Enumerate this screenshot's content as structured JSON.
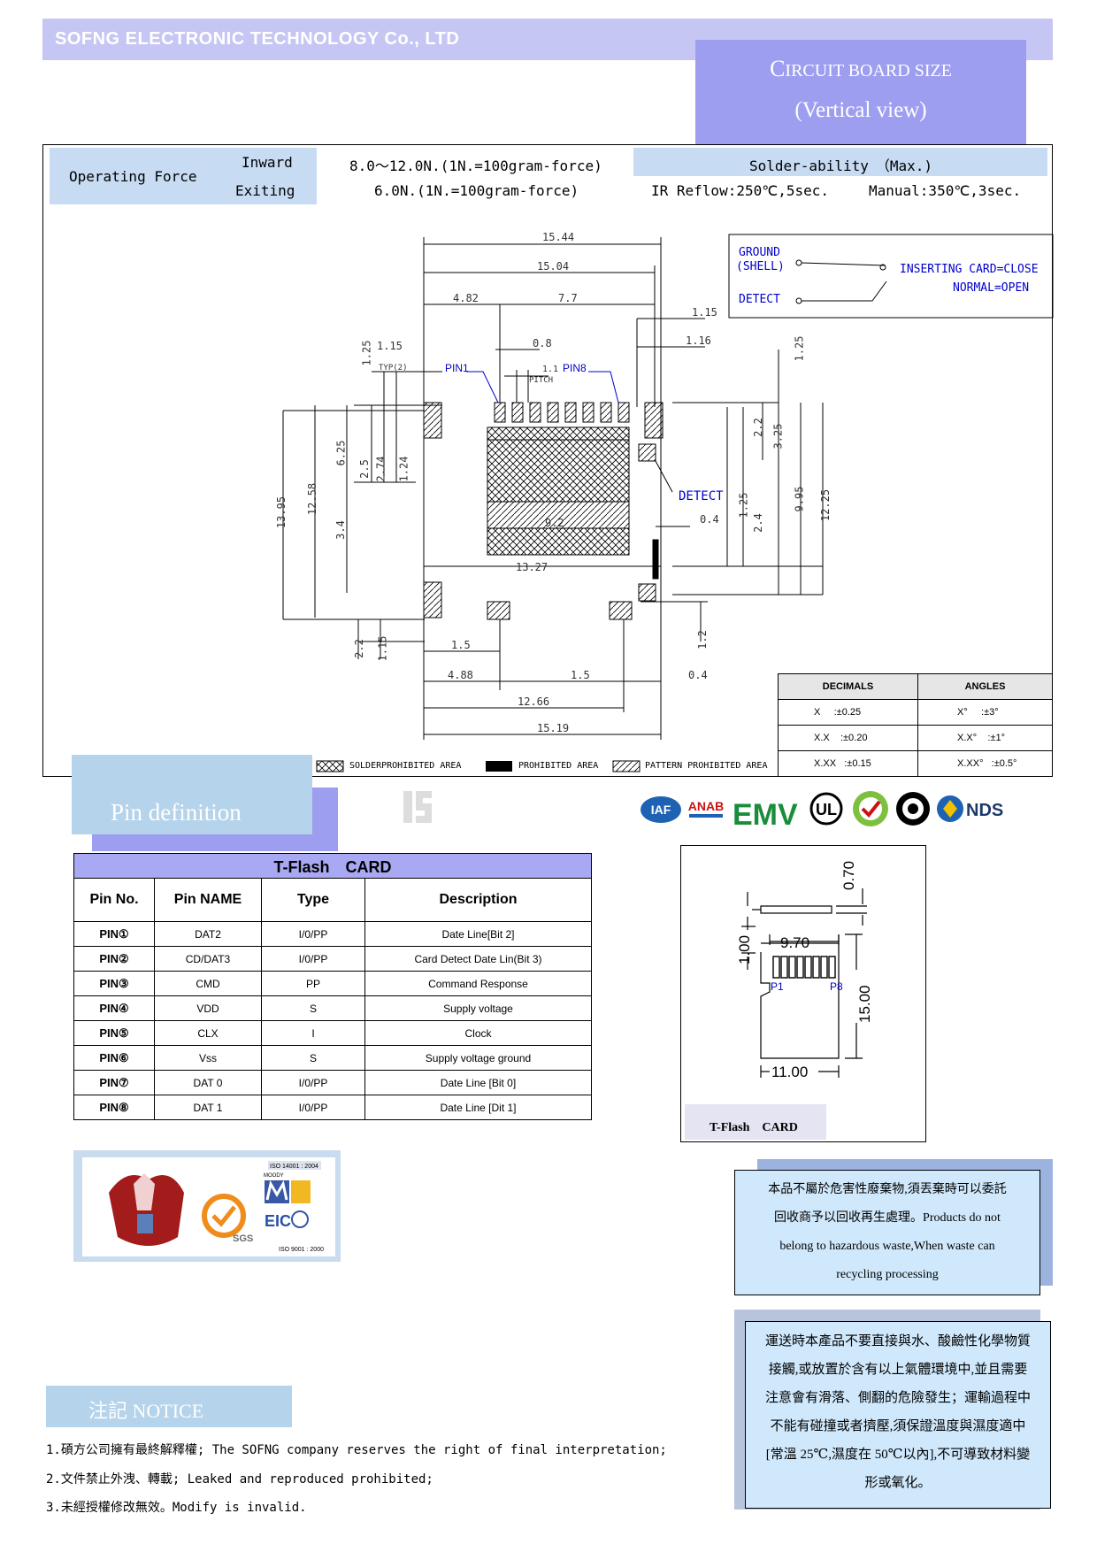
{
  "header": {
    "company": "SOFNG ELECTRONIC TECHNOLOGY Co., LTD",
    "title_first": "C",
    "title_rest": "IRCUIT BOARD SIZE",
    "subtitle": "(Vertical view)"
  },
  "specs": {
    "operating_force_label": "Operating Force",
    "inward_label": "Inward",
    "exiting_label": "Exiting",
    "inward_value": "8.0～12.0N.(1N.=100gram-force)",
    "exiting_value": "6.0N.(1N.=100gram-force)",
    "solder_label": "Solder-ability　（Max.)",
    "ir_reflow": "IR Reflow:250℃,5sec.",
    "manual": "Manual:350℃,3sec."
  },
  "switch_diagram": {
    "ground": "GROUND",
    "shell": "(SHELL)",
    "detect": "DETECT",
    "inserting": "INSERTING CARD=CLOSE",
    "normal": "NORMAL=OPEN"
  },
  "drawing": {
    "dims": {
      "d15_44": "15.44",
      "d15_04": "15.04",
      "d4_82": "4.82",
      "d7_7": "7.7",
      "d1_15a": "1.15",
      "d1_16": "1.16",
      "d1_15b": "1.15",
      "d0_8": "0.8",
      "d1_1": "1.1",
      "pitch": "PITCH",
      "typ": "TYP(2)",
      "pin1": "PIN1",
      "pin8": "PIN8",
      "d1_25a": "1.25",
      "d1_25b": "1.25",
      "d13_95": "13.95",
      "d12_58": "12.58",
      "d6_25": "6.25",
      "d3_4": "3.4",
      "d2_5": "2.5",
      "d2_74": "2.74",
      "d1_24": "1.24",
      "d2_2a": "2.2",
      "d3_25": "3.25",
      "d9_95": "9.95",
      "d12_25": "12.25",
      "d1_25c": "1.25",
      "d2_4": "2.4",
      "detect": "DETECT",
      "d0_4a": "0.4",
      "d9_2": "9.2",
      "d13_27": "13.27",
      "d1_2": "1.2",
      "d2_2b": "2.2",
      "d1_15c": "1.15",
      "d1_5a": "1.5",
      "d4_88": "4.88",
      "d1_5b": "1.5",
      "d0_4b": "0.4",
      "d12_66": "12.66",
      "d15_19": "15.19"
    },
    "legend": {
      "solder": "SOLDERPROHIBITED AREA",
      "prohibited": "PROHIBITED AREA",
      "pattern": "PATTERN PROHIBITED AREA"
    }
  },
  "tolerance": {
    "headers": [
      "DECIMALS",
      "ANGLES"
    ],
    "rows": [
      {
        "dec": "X",
        "dec_tol": ":±0.25",
        "ang": "X°",
        "ang_tol": ":±3°"
      },
      {
        "dec": "X.X",
        "dec_tol": ":±0.20",
        "ang": "X.X°",
        "ang_tol": ":±1°"
      },
      {
        "dec": "X.XX",
        "dec_tol": ":±0.15",
        "ang": "X.XX°",
        "ang_tol": ":±0.5°"
      }
    ]
  },
  "pin_definition": {
    "title": "Pin definition",
    "table_caption": "T-Flash　CARD",
    "headers": [
      "Pin No.",
      "Pin NAME",
      "Type",
      "Description"
    ],
    "rows": [
      {
        "no": "PIN①",
        "name": "DAT2",
        "type": "I/0/PP",
        "desc": "Date Line[Bit 2]"
      },
      {
        "no": "PIN②",
        "name": "CD/DAT3",
        "type": "I/0/PP",
        "desc": "Card Detect Date Lin(Bit 3)"
      },
      {
        "no": "PIN③",
        "name": "CMD",
        "type": "PP",
        "desc": "Command Response"
      },
      {
        "no": "PIN④",
        "name": "VDD",
        "type": "S",
        "desc": "Supply voltage"
      },
      {
        "no": "PIN⑤",
        "name": "CLX",
        "type": "I",
        "desc": "Clock"
      },
      {
        "no": "PIN⑥",
        "name": "Vss",
        "type": "S",
        "desc": "Supply voltage ground"
      },
      {
        "no": "PIN⑦",
        "name": "DAT 0",
        "type": "I/0/PP",
        "desc": "Date Line [Bit 0]"
      },
      {
        "no": "PIN⑧",
        "name": "DAT 1",
        "type": "I/0/PP",
        "desc": "Date Line [Dit 1]"
      }
    ]
  },
  "logos": [
    "IAF",
    "ANAB",
    "EMV",
    "UL",
    "NDS"
  ],
  "cert_logos": {
    "iso14001": "ISO 14001 : 2004",
    "moody": "MOODY",
    "sgs": "SGS",
    "iso9001": "ISO 9001 : 2000"
  },
  "tf_card": {
    "d0_70": "0.70",
    "d9_70": "9.70",
    "d1_00": "1.00",
    "d15_00": "15.00",
    "d11_00": "11.00",
    "p1": "P1",
    "p8": "P8",
    "label": "T-Flash　CARD"
  },
  "notes": {
    "hazard": [
      "本品不屬於危害性廢棄物,須丟棄時可以委託",
      "回收商予以回收再生處理。Products do not",
      "belong to hazardous waste,When waste can",
      "recycling processing"
    ],
    "transport": [
      "運送時本產品不要直接與水、酸鹼性化學物質",
      "接觸,或放置於含有以上氣體環境中,並且需要",
      "注意會有滑落、側翻的危險發生；運輸過程中",
      "不能有碰撞或者擠壓,須保證溫度與濕度適中",
      "[常溫 25℃,濕度在 50℃以內],不可導致材料變",
      "形或氧化。"
    ]
  },
  "notice": {
    "title": "注記 NOTICE",
    "lines": [
      "1.碩方公司擁有最終解釋權; The SOFNG company reserves the right of final interpretation;",
      "2.文件禁止外洩、轉載; Leaked and reproduced prohibited;",
      "3.未經授權修改無效。Modify is invalid."
    ]
  }
}
